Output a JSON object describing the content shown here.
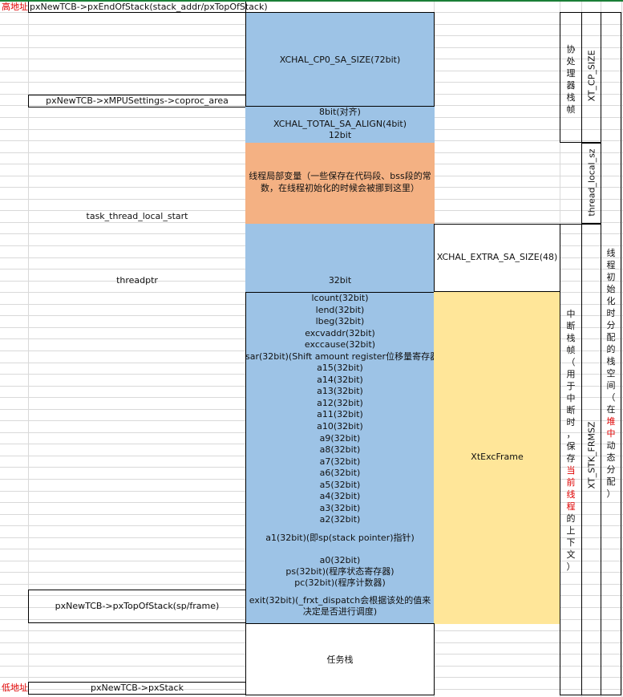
{
  "labels": {
    "high_addr": "高地址",
    "low_addr": "低地址",
    "end_of_stack": "pxNewTCB->pxEndOfStack(stack_addr/pxTopOfStack)",
    "coproc_area": "pxNewTCB->xMPUSettings->coproc_area",
    "task_thread_local_start": "task_thread_local_start",
    "threadptr": "threadptr",
    "top_of_stack": "pxNewTCB->pxTopOfStack(sp/frame)",
    "px_stack": "pxNewTCB->pxStack"
  },
  "blocks": {
    "cp0_sa_size": "XCHAL_CP0_SA_SIZE(72bit)",
    "align_top": "8bit(对齐)",
    "total_sa_align": "XCHAL_TOTAL_SA_ALIGN(4bit)",
    "align_bottom": "12bit",
    "thread_local_line1": "线程局部变量（一些保存在代码段、bss段的常",
    "thread_local_line2": "数，在线程初始化的时候会被挪到这里）",
    "threadptr_32": "32bit",
    "extra_sa_size": "XCHAL_EXTRA_SA_SIZE(48)",
    "xt_exc_frame": "XtExcFrame",
    "task_stack": "任务栈"
  },
  "registers": [
    "lcount(32bit)",
    "lend(32bit)",
    "lbeg(32bit)",
    "excvaddr(32bit)",
    "exccause(32bit)",
    "sar(32bit)(Shift amount register位移量寄存器)",
    "a15(32bit)",
    "a14(32bit)",
    "a13(32bit)",
    "a12(32bit)",
    "a11(32bit)",
    "a10(32bit)",
    "a9(32bit)",
    "a8(32bit)",
    "a7(32bit)",
    "a6(32bit)",
    "a5(32bit)",
    "a4(32bit)",
    "a3(32bit)",
    "a2(32bit)"
  ],
  "registers_lower": {
    "a1": "a1(32bit)(即sp(stack pointer)指针)",
    "a0": "a0(32bit)",
    "ps": "ps(32bit)(程序状态寄存器)",
    "pc": "pc(32bit)(程序计数器)",
    "exit_line1": "exit(32bit)(_frxt_dispatch会根据该处的值来",
    "exit_line2": "决定是否进行调度)"
  },
  "side": {
    "coproc_frame": "协处理器栈帧",
    "xt_cp_size": "XT_CP_SIZE",
    "thread_local_sz": "thread_local_sz",
    "interrupt_frame_a": "中断栈帧（用于中断时，保存",
    "interrupt_frame_red": "当前线程",
    "interrupt_frame_b": "的上下文）",
    "xt_stk_frmsz": "XT_STK_FRMSZ",
    "thread_init_a": "线程初始化时分配的栈空间（在",
    "thread_init_red": "堆中",
    "thread_init_b": "动态分配）"
  },
  "colors": {
    "blue": "#9dc3e6",
    "orange": "#f4b183",
    "yellow": "#ffe699",
    "red": "#e00000",
    "grid": "#d9d9d9"
  }
}
